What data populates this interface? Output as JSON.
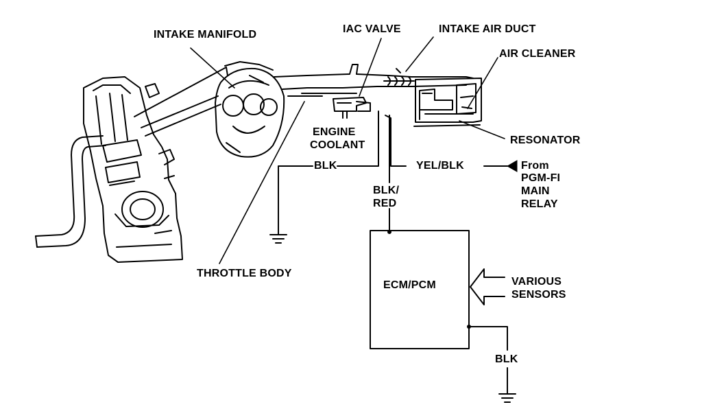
{
  "labels": {
    "intake_manifold": "INTAKE MANIFOLD",
    "iac_valve": "IAC VALVE",
    "intake_air_duct": "INTAKE AIR DUCT",
    "air_cleaner": "AIR CLEANER",
    "resonator": "RESONATOR",
    "engine_coolant_line1": "ENGINE",
    "engine_coolant_line2": "COOLANT",
    "wire_blk_left": "BLK",
    "wire_yel_blk": "YEL/BLK",
    "from_line1": "From",
    "from_line2": "PGM-FI",
    "from_line3": "MAIN",
    "from_line4": "RELAY",
    "wire_blk_red_line1": "BLK/",
    "wire_blk_red_line2": "RED",
    "throttle_body": "THROTTLE BODY",
    "ecm_pcm": "ECM/PCM",
    "various_line1": "VARIOUS",
    "various_line2": "SENSORS",
    "wire_blk_bottom": "BLK"
  }
}
